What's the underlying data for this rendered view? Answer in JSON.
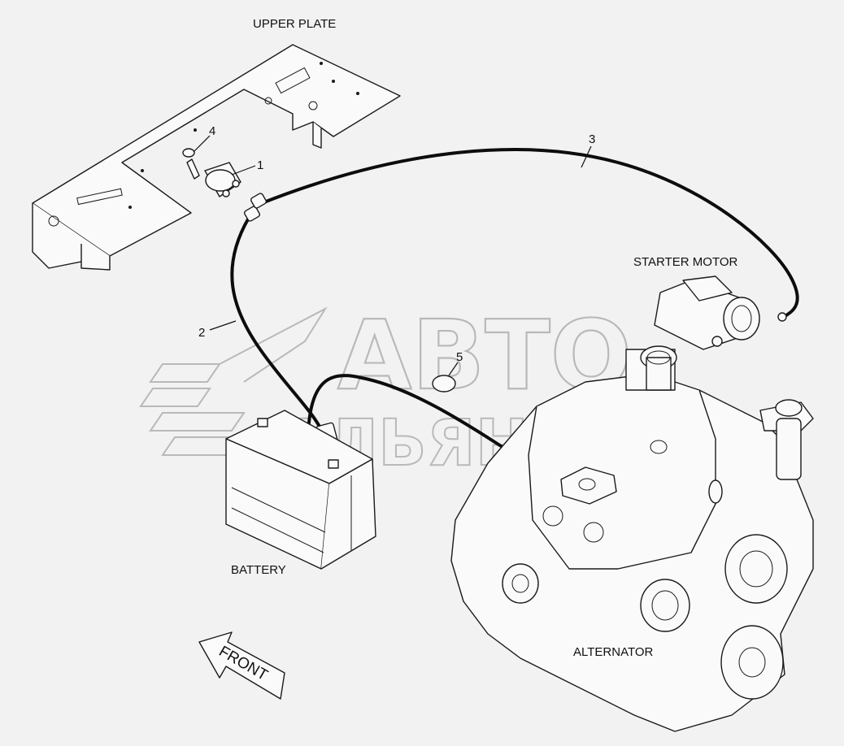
{
  "labels": {
    "upper_plate": "UPPER PLATE",
    "starter_motor": "STARTER MOTOR",
    "battery": "BATTERY",
    "alternator": "ALTERNATOR",
    "front": "FRONT"
  },
  "callouts": [
    "1",
    "2",
    "3",
    "4",
    "5"
  ],
  "watermark": {
    "line1": "АВТО",
    "line2": "АЛЬЯНС"
  },
  "colors": {
    "background": "#f2f2f2",
    "line": "#1a1a1a",
    "watermark": "#b9b9b9"
  }
}
